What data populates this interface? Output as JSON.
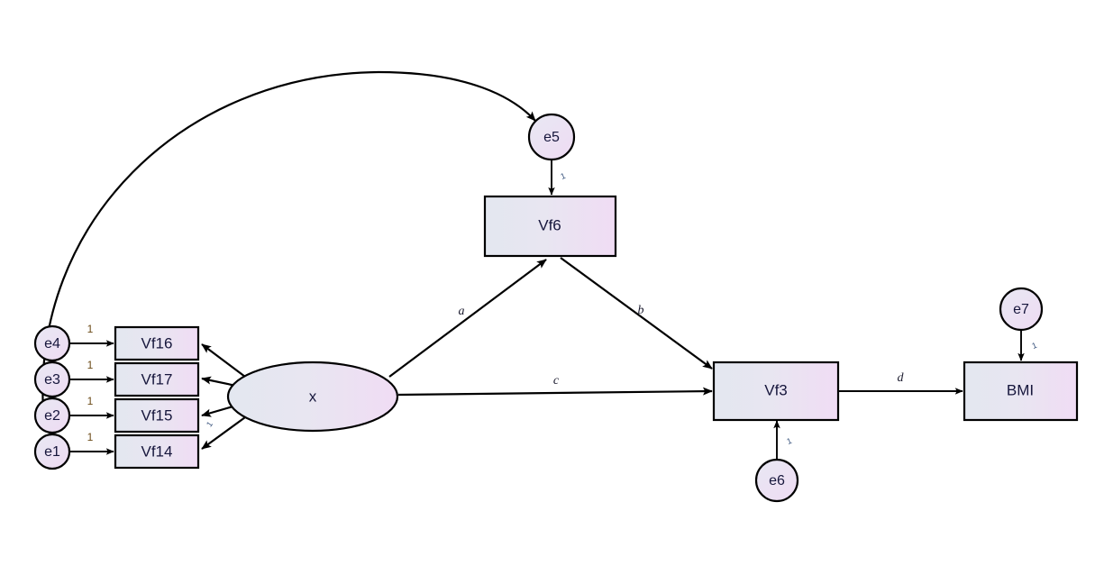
{
  "diagram": {
    "title": "Structural equation model path diagram",
    "background_color": "#ffffff",
    "stroke_color": "#000000",
    "node_fill_left": "#e2e6ef",
    "node_fill_right": "#efdcf3",
    "label_color": "#16163c",
    "fix_label_color": "#6b4a16"
  },
  "observed_variables": [
    {
      "id": "vf16",
      "label": "Vf16"
    },
    {
      "id": "vf17",
      "label": "Vf17"
    },
    {
      "id": "vf15",
      "label": "Vf15"
    },
    {
      "id": "vf14",
      "label": "Vf14"
    },
    {
      "id": "vf6",
      "label": "Vf6"
    },
    {
      "id": "vf3",
      "label": "Vf3"
    },
    {
      "id": "bmi",
      "label": "BMI"
    }
  ],
  "latent_variables": [
    {
      "id": "x",
      "label": "x"
    }
  ],
  "error_terms": [
    {
      "id": "e4",
      "label": "e4"
    },
    {
      "id": "e3",
      "label": "e3"
    },
    {
      "id": "e2",
      "label": "e2"
    },
    {
      "id": "e1",
      "label": "e1"
    },
    {
      "id": "e5",
      "label": "e5"
    },
    {
      "id": "e6",
      "label": "e6"
    },
    {
      "id": "e7",
      "label": "e7"
    }
  ],
  "path_labels": {
    "a": "a",
    "b": "b",
    "c": "c",
    "d": "d"
  },
  "fixed_loadings": {
    "e4_vf16": "1",
    "e3_vf17": "1",
    "e2_vf15": "1",
    "e1_vf14": "1",
    "x_vf15": "1",
    "e5_vf6": "1",
    "e6_vf3": "1",
    "e7_bmi": "1"
  },
  "edges": [
    {
      "from": "e4",
      "to": "vf16",
      "label": "1",
      "type": "directed"
    },
    {
      "from": "e3",
      "to": "vf17",
      "label": "1",
      "type": "directed"
    },
    {
      "from": "e2",
      "to": "vf15",
      "label": "1",
      "type": "directed"
    },
    {
      "from": "e1",
      "to": "vf14",
      "label": "1",
      "type": "directed"
    },
    {
      "from": "x",
      "to": "vf16",
      "label": "",
      "type": "directed"
    },
    {
      "from": "x",
      "to": "vf17",
      "label": "",
      "type": "directed"
    },
    {
      "from": "x",
      "to": "vf15",
      "label": "1",
      "type": "directed"
    },
    {
      "from": "x",
      "to": "vf14",
      "label": "",
      "type": "directed"
    },
    {
      "from": "x",
      "to": "vf6",
      "label": "a",
      "type": "directed"
    },
    {
      "from": "vf6",
      "to": "vf3",
      "label": "b",
      "type": "directed"
    },
    {
      "from": "x",
      "to": "vf3",
      "label": "c",
      "type": "directed"
    },
    {
      "from": "vf3",
      "to": "bmi",
      "label": "d",
      "type": "directed"
    },
    {
      "from": "e5",
      "to": "vf6",
      "label": "1",
      "type": "directed"
    },
    {
      "from": "e6",
      "to": "vf3",
      "label": "1",
      "type": "directed"
    },
    {
      "from": "e7",
      "to": "bmi",
      "label": "1",
      "type": "directed"
    },
    {
      "from": "e2",
      "to": "e5",
      "label": "",
      "type": "curved"
    }
  ]
}
